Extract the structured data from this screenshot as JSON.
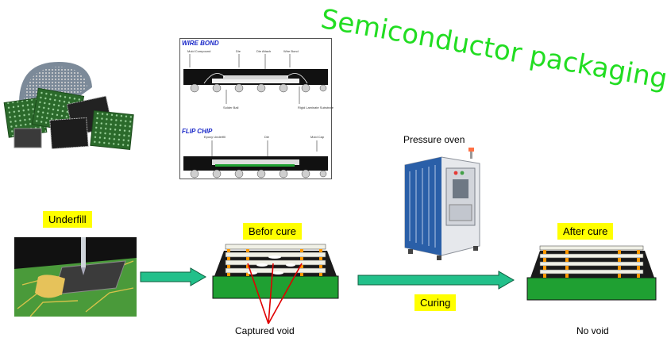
{
  "title": "Semiconductor packaging",
  "labels": {
    "underfill": "Underfill",
    "before_cure": "Befor cure",
    "after_cure": "After cure",
    "curing": "Curing",
    "pressure_oven": "Pressure oven",
    "captured_void": "Captured void",
    "no_void": "No void"
  },
  "package_figure": {
    "wire_bond_title": "WIRE BOND",
    "flip_chip_title": "FLIP CHIP",
    "wire_bond_callouts": [
      "Mold Compound",
      "Die",
      "Die Attach",
      "Wire Bond",
      "Solder Ball",
      "Rigid Laminate Substrate"
    ],
    "flip_chip_callouts": [
      "Epoxy Underfill",
      "Die",
      "Mold Cap"
    ]
  },
  "colors": {
    "title": "#22dd22",
    "label_bg": "#ffff00",
    "arrow": "#22c08a",
    "substrate": "#1fa032",
    "bump": "#ff9900"
  }
}
